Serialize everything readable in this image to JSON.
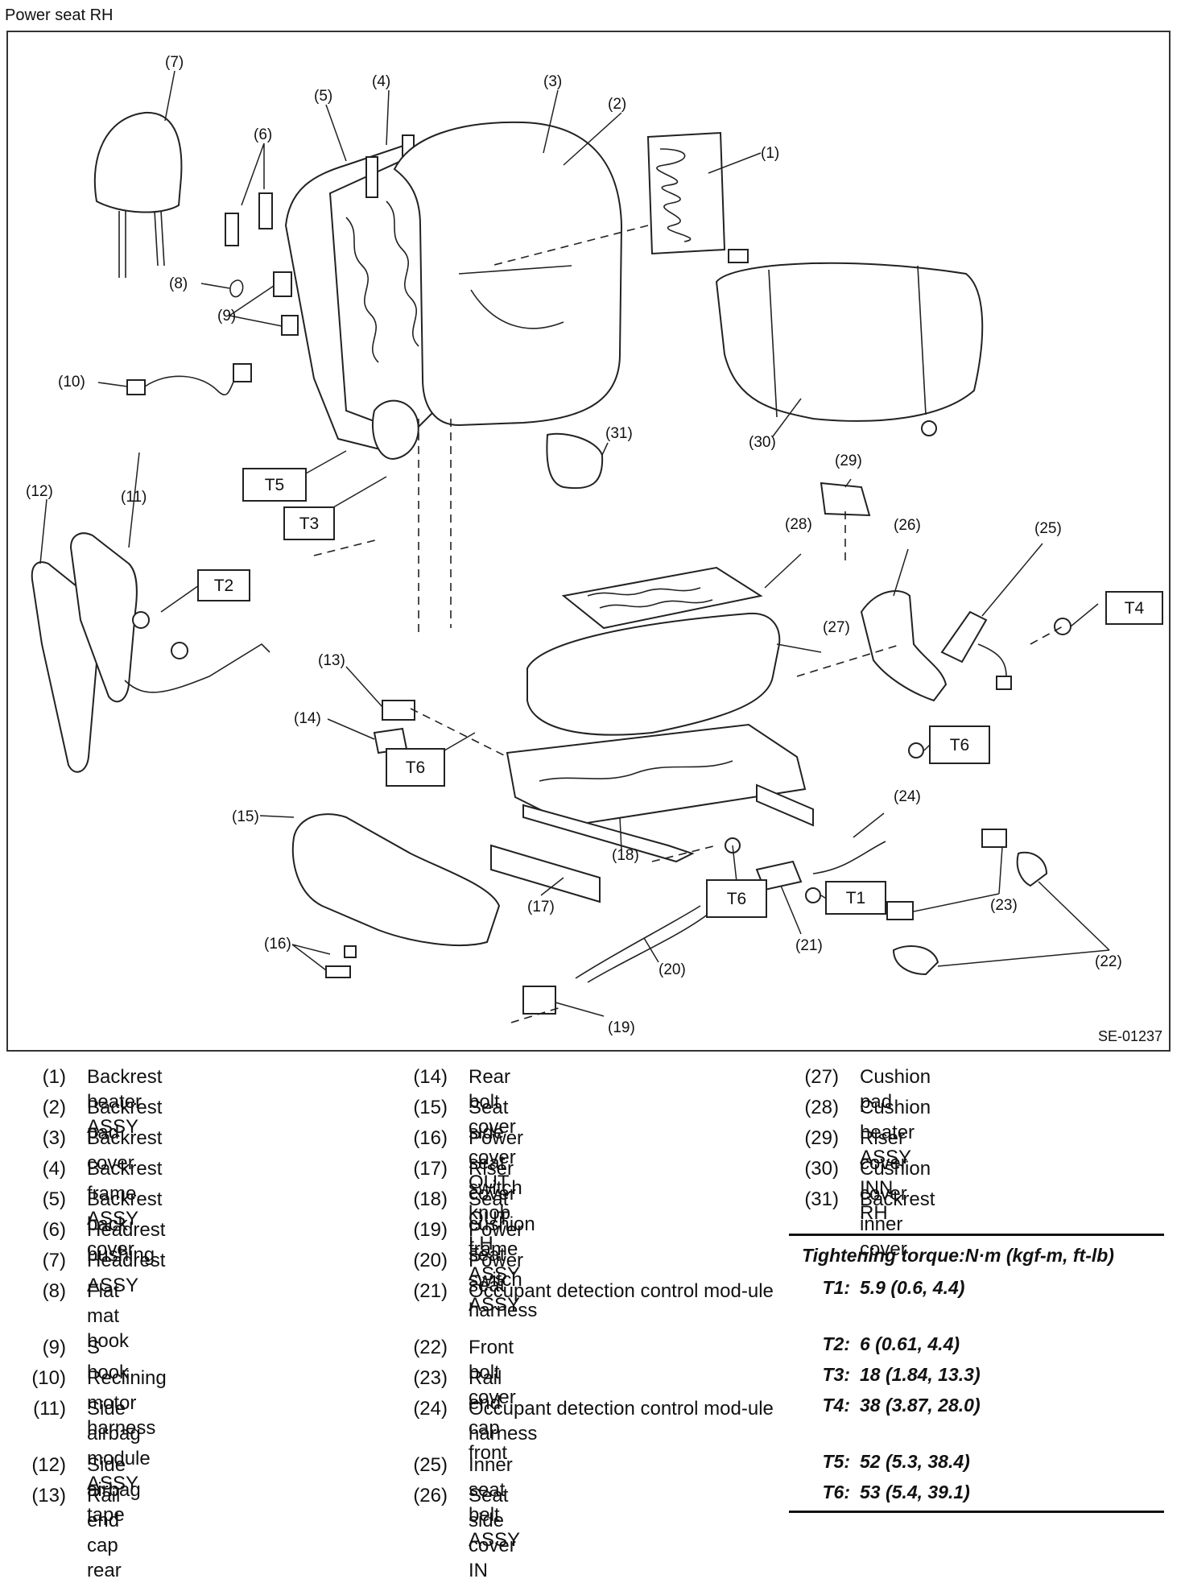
{
  "title": "Power seat RH",
  "figure_id": "SE-01237",
  "callouts": [
    "(1)",
    "(2)",
    "(3)",
    "(4)",
    "(5)",
    "(6)",
    "(7)",
    "(8)",
    "(9)",
    "(10)",
    "(11)",
    "(12)",
    "(13)",
    "(14)",
    "(15)",
    "(16)",
    "(17)",
    "(18)",
    "(19)",
    "(20)",
    "(21)",
    "(22)",
    "(23)",
    "(24)",
    "(25)",
    "(26)",
    "(27)",
    "(28)",
    "(29)",
    "(30)",
    "(31)"
  ],
  "torque_boxes": [
    "T5",
    "T3",
    "T2",
    "T6",
    "T6",
    "T6",
    "T1",
    "T4"
  ],
  "parts": [
    {
      "num": "(1)",
      "name": "Backrest heater ASSY"
    },
    {
      "num": "(2)",
      "name": "Backrest pad"
    },
    {
      "num": "(3)",
      "name": "Backrest cover"
    },
    {
      "num": "(4)",
      "name": "Backrest frame ASSY"
    },
    {
      "num": "(5)",
      "name": "Backrest back cover"
    },
    {
      "num": "(6)",
      "name": "Headrest bushing"
    },
    {
      "num": "(7)",
      "name": "Headrest ASSY"
    },
    {
      "num": "(8)",
      "name": "Flat mat hook"
    },
    {
      "num": "(9)",
      "name": "S hook"
    },
    {
      "num": "(10)",
      "name": "Reclining motor harness"
    },
    {
      "num": "(11)",
      "name": "Side airbag module ASSY"
    },
    {
      "num": "(12)",
      "name": "Side airbag tape"
    },
    {
      "num": "(13)",
      "name": "Rail end cap rear"
    },
    {
      "num": "(14)",
      "name": "Rear bolt cover"
    },
    {
      "num": "(15)",
      "name": "Seat side cover OUT"
    },
    {
      "num": "(16)",
      "name": "Power seat switch knob"
    },
    {
      "num": "(17)",
      "name": "Riser cover OUT LH"
    },
    {
      "num": "(18)",
      "name": "Seat cushion frame ASSY"
    },
    {
      "num": "(19)",
      "name": "Power seat switch ASSY"
    },
    {
      "num": "(20)",
      "name": "Power seat harness"
    },
    {
      "num": "(21)",
      "name": "Occupant detection control mod-ule"
    },
    {
      "num": "(22)",
      "name": "Front bolt cover"
    },
    {
      "num": "(23)",
      "name": "Rail end cap front"
    },
    {
      "num": "(24)",
      "name": "Occupant detection control mod-ule harness"
    },
    {
      "num": "(25)",
      "name": "Inner seat belt ASSY"
    },
    {
      "num": "(26)",
      "name": "Seat side cover IN"
    },
    {
      "num": "(27)",
      "name": "Cushion pad"
    },
    {
      "num": "(28)",
      "name": "Cushion heater ASSY"
    },
    {
      "num": "(29)",
      "name": "Riser cover INN RH"
    },
    {
      "num": "(30)",
      "name": "Cushion cover"
    },
    {
      "num": "(31)",
      "name": "Backrest inner cover"
    }
  ],
  "torque": {
    "heading": "Tightening torque:N·m (kgf-m, ft-lb)",
    "values": [
      {
        "key": "T1:",
        "value": "5.9 (0.6, 4.4)"
      },
      {
        "key": "T2:",
        "value": "6 (0.61, 4.4)"
      },
      {
        "key": "T3:",
        "value": "18 (1.84, 13.3)"
      },
      {
        "key": "T4:",
        "value": "38 (3.87, 28.0)"
      },
      {
        "key": "T5:",
        "value": "52 (5.3, 38.4)"
      },
      {
        "key": "T6:",
        "value": "53 (5.4, 39.1)"
      }
    ]
  }
}
